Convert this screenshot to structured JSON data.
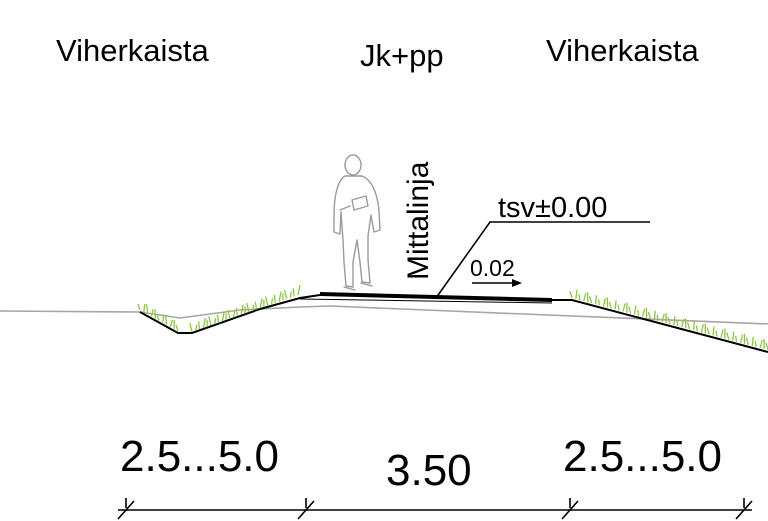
{
  "zones": {
    "left": "Viherkaista",
    "center": "Jk+pp",
    "right": "Viherkaista"
  },
  "measurement_line": "Mittalinja",
  "elevation_label": "tsv±0.00",
  "slope_label": "0.02",
  "dimensions": {
    "left": "2.5...5.0",
    "center": "3.50",
    "right": "2.5...5.0"
  },
  "colors": {
    "ink": "#000000",
    "ground": "#a6a6a6",
    "grass": "#8cc63f",
    "pedestrian": "#9a9a9a"
  }
}
